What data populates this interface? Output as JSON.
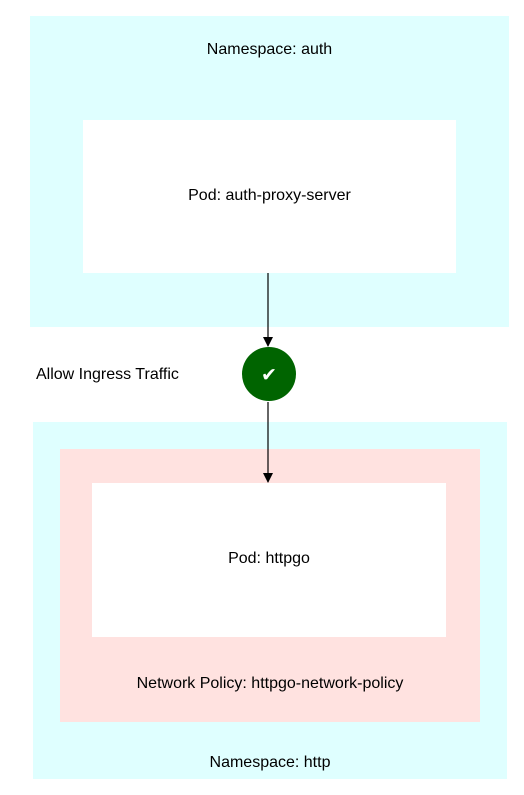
{
  "namespaces": {
    "auth": {
      "label": "Namespace: auth",
      "pod": "Pod: auth-proxy-server",
      "color": "#dfffff"
    },
    "http": {
      "label": "Namespace: http",
      "policy": "Network Policy: httpgo-network-policy",
      "policy_color": "#ffe2e0",
      "pod": "Pod: httpgo",
      "color": "#dfffff"
    }
  },
  "edge": {
    "label": "Allow Ingress Traffic",
    "icon": "check-icon",
    "icon_glyph": "✔",
    "icon_color": "#006400"
  }
}
